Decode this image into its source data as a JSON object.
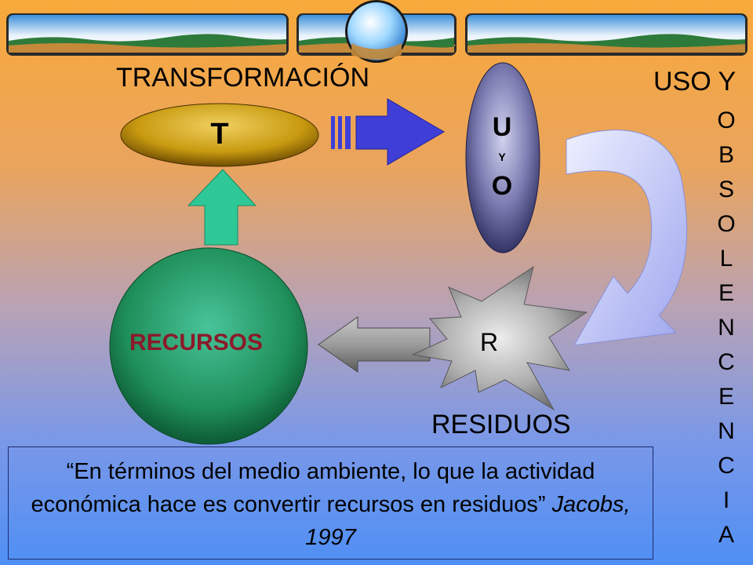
{
  "labels": {
    "transformacion": "TRANSFORMACIÓN",
    "uso_y": "USO Y",
    "obsolencia_letters": [
      "O",
      "B",
      "S",
      "O",
      "L",
      "E",
      "N",
      "C",
      "E",
      "N",
      "C",
      "I",
      "A"
    ],
    "t": "T",
    "u": "U",
    "y": "Y",
    "o": "O",
    "recursos": "RECURSOS",
    "r": "R",
    "residuos": "RESIDUOS"
  },
  "quote": {
    "text": "“En términos del medio ambiente, lo que la actividad económica hace es convertir recursos en residuos”",
    "citation": "Jacobs, 1997"
  },
  "colors": {
    "t_ellipse": "#c89a10",
    "uo_ellipse": "#6a6aa0",
    "recursos_circle": "#1f8f5a",
    "up_arrow": "#2ec896",
    "right_arrow": "#3f3fd8",
    "residue_star": "#9a9a9a"
  }
}
